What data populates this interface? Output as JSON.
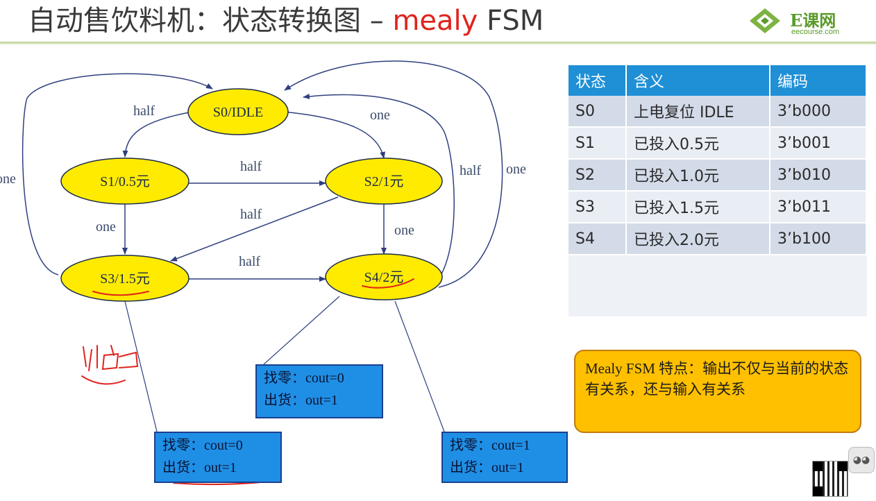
{
  "title": {
    "main": "自动售饮料机：状态转换图 – ",
    "highlight": "mealy",
    "suffix": " FSM"
  },
  "logo": {
    "name": "E课网",
    "sub": "eecourse.com"
  },
  "diagram": {
    "states": [
      {
        "id": "s0",
        "label": "S0/IDLE"
      },
      {
        "id": "s1",
        "label": "S1/0.5元"
      },
      {
        "id": "s2",
        "label": "S2/1元"
      },
      {
        "id": "s3",
        "label": "S3/1.5元"
      },
      {
        "id": "s4",
        "label": "S4/2元"
      }
    ],
    "edges": {
      "s0_s1": "half",
      "s0_s2": "one",
      "s1_s2": "half",
      "s1_s3": "one",
      "s2_s3": "half",
      "s2_s4": "one",
      "s3_s4": "half",
      "s3_s0": "one",
      "s4_s0_half": "half",
      "s4_s0_one": "one",
      "left_edge": "one"
    },
    "outputs": [
      {
        "id": "s3",
        "line1": "找零：cout=0",
        "line2": "出货：out=1"
      },
      {
        "id": "s4_a",
        "line1": "找零：cout=0",
        "line2": "出货：out=1"
      },
      {
        "id": "s4_b",
        "line1": "找零：cout=1",
        "line2": "出货：out=1"
      }
    ],
    "handwriting": "出口"
  },
  "table": {
    "headers": [
      "状态",
      "含义",
      "编码"
    ],
    "rows": [
      [
        "S0",
        "上电复位 IDLE",
        "3’b000"
      ],
      [
        "S1",
        "已投入0.5元",
        "3’b001"
      ],
      [
        "S2",
        "已投入1.0元",
        "3’b010"
      ],
      [
        "S3",
        "已投入1.5元",
        "3’b011"
      ],
      [
        "S4",
        "已投入2.0元",
        "3’b100"
      ]
    ]
  },
  "note": {
    "text": "Mealy FSM 特点：输出不仅与当前的状态有关系，还与输入有关系"
  },
  "colors": {
    "state_fill": "#ffeb00",
    "box_fill": "#1f8fe6",
    "note_fill": "#ffc000",
    "accent_red": "#e0231c"
  }
}
